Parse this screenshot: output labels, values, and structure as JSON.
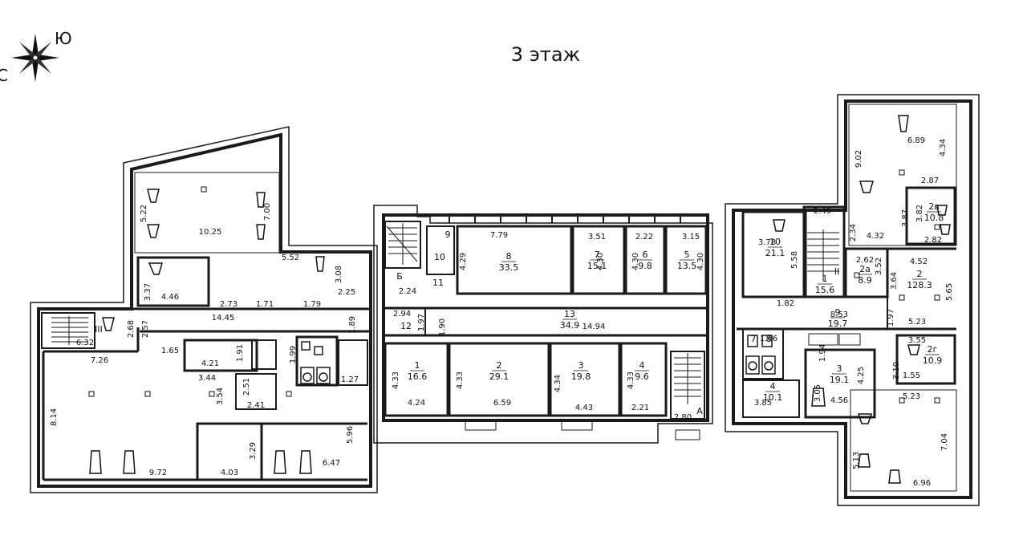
{
  "title": "3 этаж",
  "compass": {
    "north_letter": "С",
    "south_letter": "Ю"
  },
  "colors": {
    "wall": "#1a1a1a",
    "ink": "#111111",
    "background": "#ffffff"
  },
  "room_labels": [
    {
      "id": "c1",
      "num": "1",
      "area": "16.6"
    },
    {
      "id": "c2",
      "num": "2",
      "area": "29.1"
    },
    {
      "id": "c3",
      "num": "3",
      "area": "19.8"
    },
    {
      "id": "c4",
      "num": "4",
      "area": "9.6"
    },
    {
      "id": "c5",
      "num": "5",
      "area": "13.5"
    },
    {
      "id": "c6",
      "num": "6",
      "area": "9.8"
    },
    {
      "id": "c7",
      "num": "7",
      "area": "15.1"
    },
    {
      "id": "c8",
      "num": "8",
      "area": "33.5"
    },
    {
      "id": "c13",
      "num": "13",
      "area": "34.9"
    },
    {
      "id": "r10",
      "num": "10",
      "area": "21.1"
    },
    {
      "id": "r1",
      "num": "1",
      "area": "15.6"
    },
    {
      "id": "r2v",
      "num": "2в",
      "area": "10.8"
    },
    {
      "id": "r2a",
      "num": "2а",
      "area": "8.9"
    },
    {
      "id": "r2",
      "num": "2",
      "area": "128.3"
    },
    {
      "id": "r9",
      "num": "9",
      "area": "19.7"
    },
    {
      "id": "r3",
      "num": "3",
      "area": "19.1"
    },
    {
      "id": "r4",
      "num": "4",
      "area": "10.1"
    },
    {
      "id": "r2g",
      "num": "2г",
      "area": "10.9"
    }
  ],
  "single_labels": [
    "Б",
    "11",
    "10",
    "9",
    "12",
    "А",
    "7",
    "8",
    "III",
    "II"
  ],
  "dimensions": [
    "5.22",
    "10.25",
    "7.00",
    "3.37",
    "4.46",
    "5.52",
    "3.08",
    "2.73",
    "1.71",
    "1.79",
    "2.25",
    "14.45",
    "2.68",
    "2.57",
    "6.32",
    "1.89",
    "1.65",
    "4.21",
    "1.91",
    "1.99",
    "7.26",
    "3.44",
    "2.51",
    "1.27",
    "3.54",
    "2.41",
    "8.14",
    "5.96",
    "3.29",
    "9.72",
    "4.03",
    "6.47",
    "7.79",
    "3.51",
    "2.22",
    "3.15",
    "4.29",
    "4.30",
    "4.30",
    "4.30",
    "2.24",
    "2.94",
    "1.97",
    "1.90",
    "14.94",
    "4.33",
    "4.33",
    "4.34",
    "4.33",
    "4.24",
    "6.59",
    "4.43",
    "2.21",
    "2.80",
    "9.02",
    "6.89",
    "4.34",
    "2.87",
    "2.45",
    "3.78",
    "3.87",
    "3.82",
    "2.82",
    "2.34",
    "4.32",
    "5.58",
    "2.62",
    "3.52",
    "3.64",
    "4.52",
    "5.65",
    "1.82",
    "8.53",
    "1.97",
    "1.66",
    "1.94",
    "5.23",
    "3.55",
    "3.10",
    "1.55",
    "3.05",
    "4.25",
    "3.85",
    "4.56",
    "5.23",
    "5.13",
    "7.04",
    "6.96"
  ]
}
